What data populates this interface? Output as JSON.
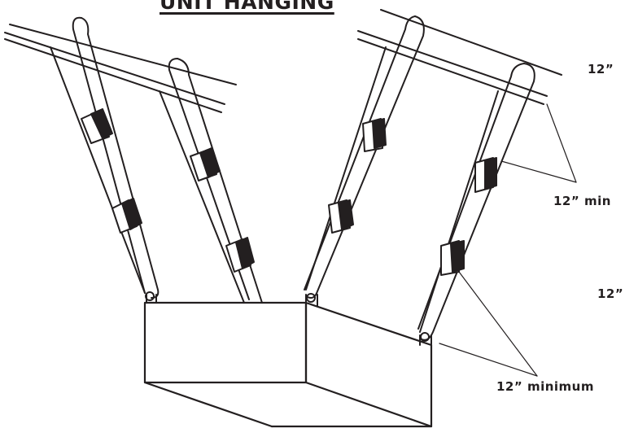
{
  "diagram": {
    "title": "UNIT HANGING",
    "labels": {
      "top_right": "12”",
      "mid_right": "12”  min",
      "lower_right": "12”",
      "bottom": "12”  minimum"
    }
  }
}
